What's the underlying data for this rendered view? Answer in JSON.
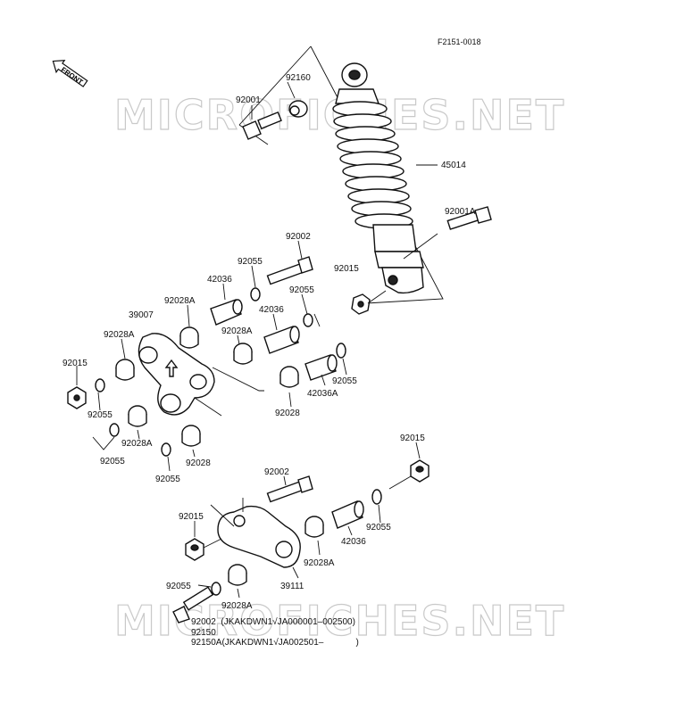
{
  "diagram": {
    "code": "F2151-0018",
    "front_label": "FRONT",
    "watermark": "MICROFICHES.NET",
    "labels": {
      "p92001": "92001",
      "p92160": "92160",
      "p45014": "45014",
      "p92001A": "92001A",
      "p92002_top": "92002",
      "p92055_a": "92055",
      "p42036_a": "42036",
      "p92055_b": "92055",
      "p92015_shock": "92015",
      "p92028A_a": "92028A",
      "p39007": "39007",
      "p42036_b": "42036",
      "p92028A_b": "92028A",
      "p92028A_c": "92028A",
      "p92015_left": "92015",
      "p92055_c": "92055",
      "p42036A": "42036A",
      "p92028_a": "92028",
      "p92055_d": "92055",
      "p92028A_d": "92028A",
      "p92028_b": "92028",
      "p92055_e": "92055",
      "p92055_f": "92055",
      "p92015_right": "92015",
      "p92002_mid": "92002",
      "p92015_lower": "92015",
      "p92055_g": "92055",
      "p42036_c": "42036",
      "p92028A_e": "92028A",
      "p39111": "39111",
      "p92055_h": "92055",
      "p92028A_f": "92028A"
    },
    "notes": [
      "92002  (JKAKDWN1√JA000001–002500)",
      "92150",
      "92150A(JKAKDWN1√JA002501–             )"
    ]
  }
}
